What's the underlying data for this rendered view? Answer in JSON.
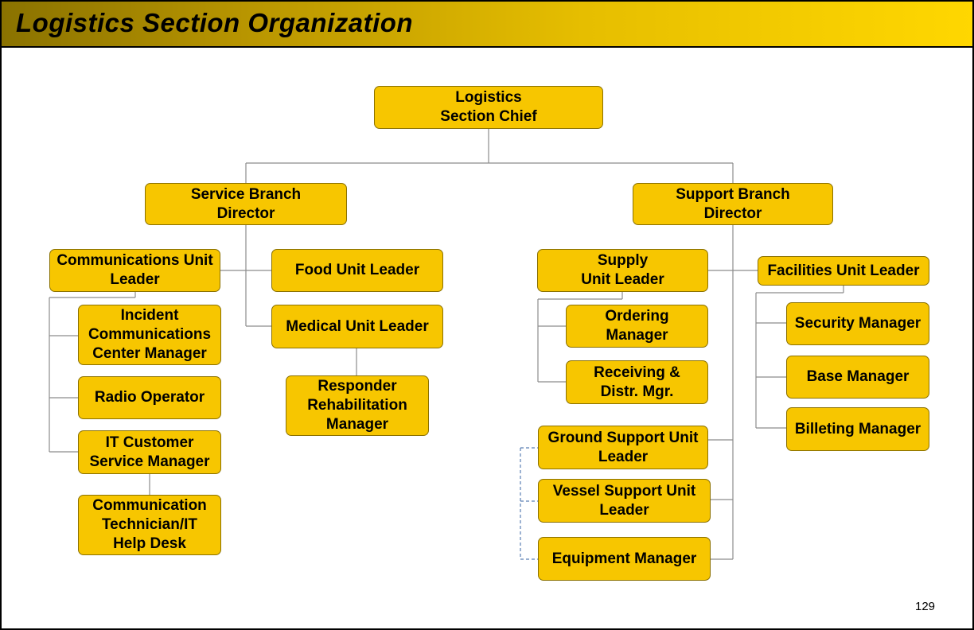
{
  "slide": {
    "title": "Logistics Section Organization",
    "page_number": "129"
  },
  "org": {
    "chief": "Logistics\nSection Chief",
    "service_branch": {
      "director": "Service Branch\nDirector",
      "communications_unit": {
        "leader": "Communications Unit\nLeader",
        "incident_comm_center_manager": "Incident\nCommunications\nCenter Manager",
        "radio_operator": "Radio Operator",
        "it_customer_service_manager": "IT Customer\nService Manager",
        "comm_technician_help_desk": "Communication\nTechnician/IT\nHelp Desk"
      },
      "food_unit_leader": "Food Unit Leader",
      "medical_unit": {
        "leader": "Medical Unit Leader",
        "responder_rehab_manager": "Responder\nRehabilitation\nManager"
      }
    },
    "support_branch": {
      "director": "Support Branch\nDirector",
      "supply_unit": {
        "leader": "Supply\nUnit Leader",
        "ordering_manager": "Ordering\nManager",
        "receiving_distribution_manager": "Receiving &\nDistr. Mgr."
      },
      "facilities_unit": {
        "leader": "Facilities Unit Leader",
        "security_manager": "Security Manager",
        "base_manager": "Base Manager",
        "billeting_manager": "Billeting Manager"
      },
      "ground_support_unit_leader": "Ground Support Unit\nLeader",
      "vessel_support_unit_leader": "Vessel Support Unit\nLeader",
      "equipment_manager": "Equipment Manager"
    }
  },
  "colors": {
    "box_fill": "#f7c600",
    "box_border": "#8a7000",
    "connector": "#8c8c8c",
    "dashed_connector": "#5b7fb5"
  }
}
